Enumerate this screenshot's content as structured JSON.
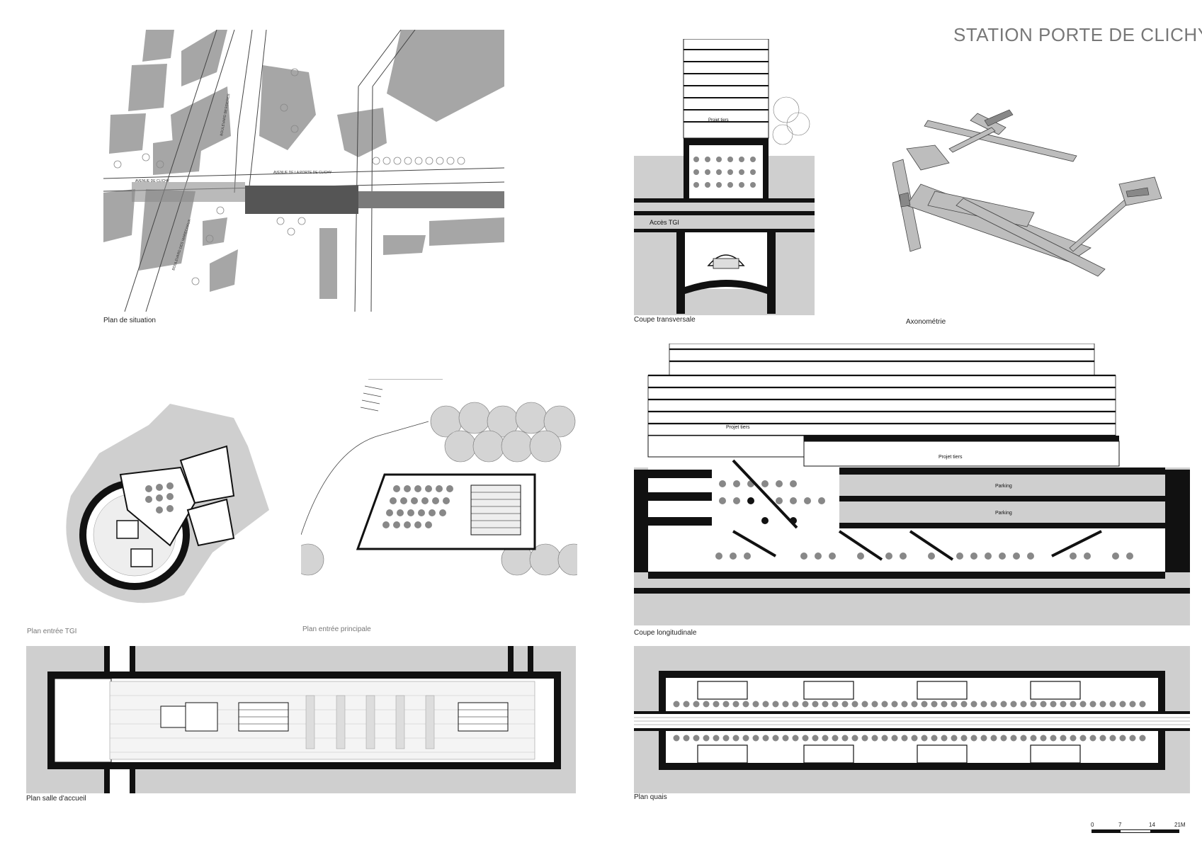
{
  "sheet": {
    "title": "STATION PORTE DE CLICHY"
  },
  "drawings": {
    "situation": {
      "caption": "Plan de situation",
      "streets": [
        "AVENUE DE CLICHY",
        "AVENUE DE LA PORTE DE CLICHY",
        "BOULEVARD BESSIERES",
        "BOULEVARD DES MARECHAUX"
      ]
    },
    "coupe_transversale": {
      "caption": "Coupe transversale",
      "labels": [
        "Projet tiers",
        "Accès TGI"
      ]
    },
    "axonometrie": {
      "caption": "Axonométrie"
    },
    "coupe_longitudinale": {
      "caption": "Coupe longitudinale",
      "labels": [
        "Projet tiers",
        "Projet tiers",
        "Parking",
        "Parking"
      ]
    },
    "entree_tgi": {
      "caption": "Plan entrée TGI"
    },
    "entree_principale": {
      "caption": "Plan entrée principale"
    },
    "salle_accueil": {
      "caption": "Plan salle d'accueil"
    },
    "quais": {
      "caption": "Plan quais"
    }
  },
  "scale": {
    "ticks": [
      "0",
      "7",
      "14",
      "21M"
    ]
  },
  "colors": {
    "building_grey": "#a6a6a6",
    "ground_grey": "#cfcfcf",
    "wall_black": "#111111",
    "caption_grey": "#777777"
  }
}
